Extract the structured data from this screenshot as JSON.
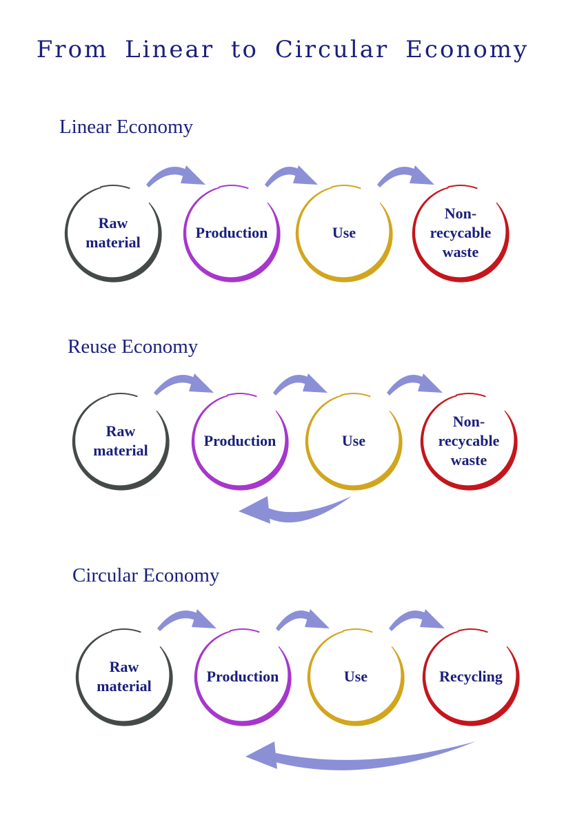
{
  "title": "From  Linear to  Circular Economy",
  "colors": {
    "text": "#1a1f7c",
    "arrow": "#8b8fd6",
    "raw": "#444a47",
    "production": "#a637cc",
    "use": "#d2a51e",
    "end": "#c4161c"
  },
  "sections": [
    {
      "title": "Linear Economy",
      "nodes": [
        {
          "label_lines": [
            "Raw",
            "material"
          ],
          "color_key": "raw"
        },
        {
          "label_lines": [
            "Production"
          ],
          "color_key": "production"
        },
        {
          "label_lines": [
            "Use"
          ],
          "color_key": "use"
        },
        {
          "label_lines": [
            "Non-",
            "recycable",
            "waste"
          ],
          "color_key": "end"
        }
      ]
    },
    {
      "title": "Reuse Economy",
      "nodes": [
        {
          "label_lines": [
            "Raw",
            "material"
          ],
          "color_key": "raw"
        },
        {
          "label_lines": [
            "Production"
          ],
          "color_key": "production"
        },
        {
          "label_lines": [
            "Use"
          ],
          "color_key": "use"
        },
        {
          "label_lines": [
            "Non-",
            "recycable",
            "waste"
          ],
          "color_key": "end"
        }
      ]
    },
    {
      "title": "Circular Economy",
      "nodes": [
        {
          "label_lines": [
            "Raw",
            "material"
          ],
          "color_key": "raw"
        },
        {
          "label_lines": [
            "Production"
          ],
          "color_key": "production"
        },
        {
          "label_lines": [
            "Use"
          ],
          "color_key": "use"
        },
        {
          "label_lines": [
            "Recycling"
          ],
          "color_key": "end"
        }
      ]
    }
  ]
}
